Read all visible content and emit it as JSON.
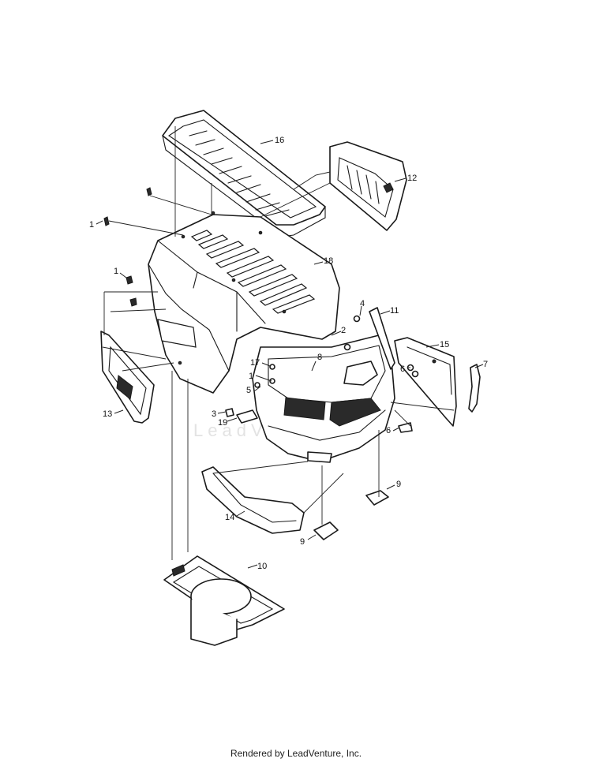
{
  "watermark": "LeadVenture",
  "footer": "Rendered by LeadVenture, Inc.",
  "callouts": [
    {
      "id": "c16",
      "label": "16"
    },
    {
      "id": "c12",
      "label": "12"
    },
    {
      "id": "c1a",
      "label": "1"
    },
    {
      "id": "c18",
      "label": "18"
    },
    {
      "id": "c1b",
      "label": "1"
    },
    {
      "id": "c4",
      "label": "4"
    },
    {
      "id": "c11",
      "label": "11"
    },
    {
      "id": "c2",
      "label": "2"
    },
    {
      "id": "c15",
      "label": "15"
    },
    {
      "id": "c17",
      "label": "17"
    },
    {
      "id": "c8",
      "label": "8"
    },
    {
      "id": "c6a",
      "label": "6"
    },
    {
      "id": "c7",
      "label": "7"
    },
    {
      "id": "c1c",
      "label": "1"
    },
    {
      "id": "c5",
      "label": "5"
    },
    {
      "id": "c13",
      "label": "13"
    },
    {
      "id": "c3",
      "label": "3"
    },
    {
      "id": "c19",
      "label": "19"
    },
    {
      "id": "c6b",
      "label": "6"
    },
    {
      "id": "c9a",
      "label": "9"
    },
    {
      "id": "c14",
      "label": "14"
    },
    {
      "id": "c9b",
      "label": "9"
    },
    {
      "id": "c10",
      "label": "10"
    }
  ]
}
